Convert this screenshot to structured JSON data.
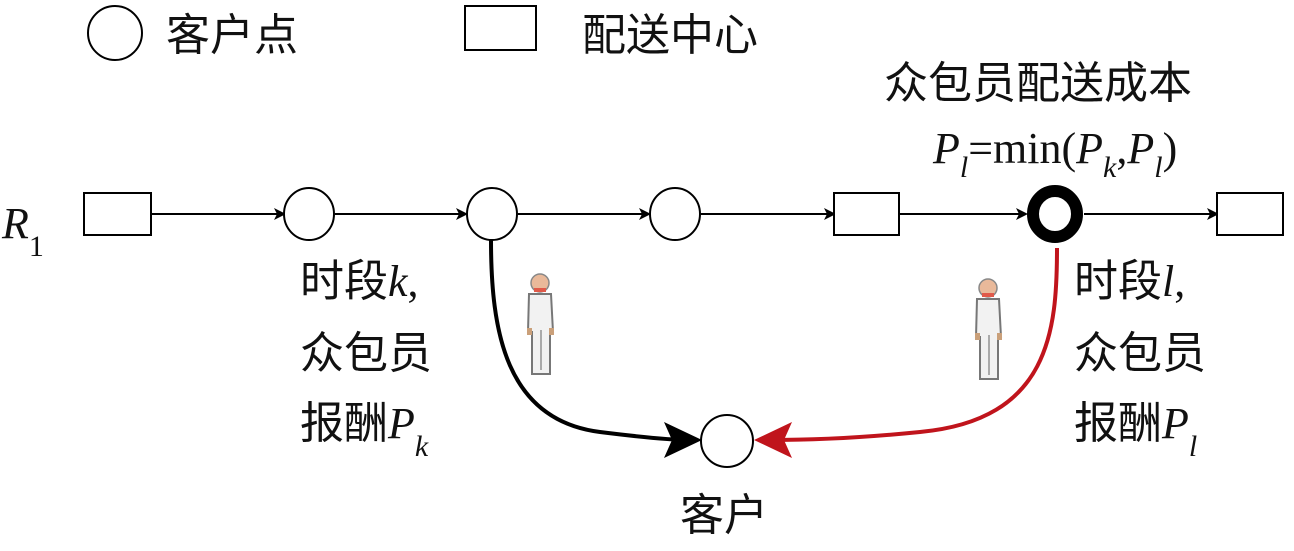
{
  "legend": {
    "customer_point": "客户点",
    "distribution_center": "配送中心"
  },
  "route": {
    "label_main": "R",
    "label_sub": "1",
    "nodes": [
      "depot",
      "customer",
      "customer",
      "customer",
      "depot",
      "customer-highlighted",
      "depot"
    ]
  },
  "cost_label": {
    "title": "众包员配送成本",
    "formula_lhs": "P",
    "formula_lhs_sub": "l",
    "formula_eq": "=min(",
    "formula_a": "P",
    "formula_a_sub": "k",
    "formula_comma": ",",
    "formula_b": "P",
    "formula_b_sub": "l",
    "formula_close": ")"
  },
  "period_k": {
    "line1_cn": "时段",
    "line1_var": "k",
    "line1_punct": ",",
    "line2": "众包员",
    "line3_cn": "报酬",
    "line3_var": "P",
    "line3_sub": "k"
  },
  "period_l": {
    "line1_cn": "时段",
    "line1_var": "l",
    "line1_punct": ",",
    "line2": "众包员",
    "line3_cn": "报酬",
    "line3_var": "P",
    "line3_sub": "l"
  },
  "customer_label": "客户",
  "colors": {
    "line": "#000000",
    "red_path": "#c0141c",
    "courier_body": "#f2f2f2",
    "courier_skin": "#e9b99a"
  }
}
